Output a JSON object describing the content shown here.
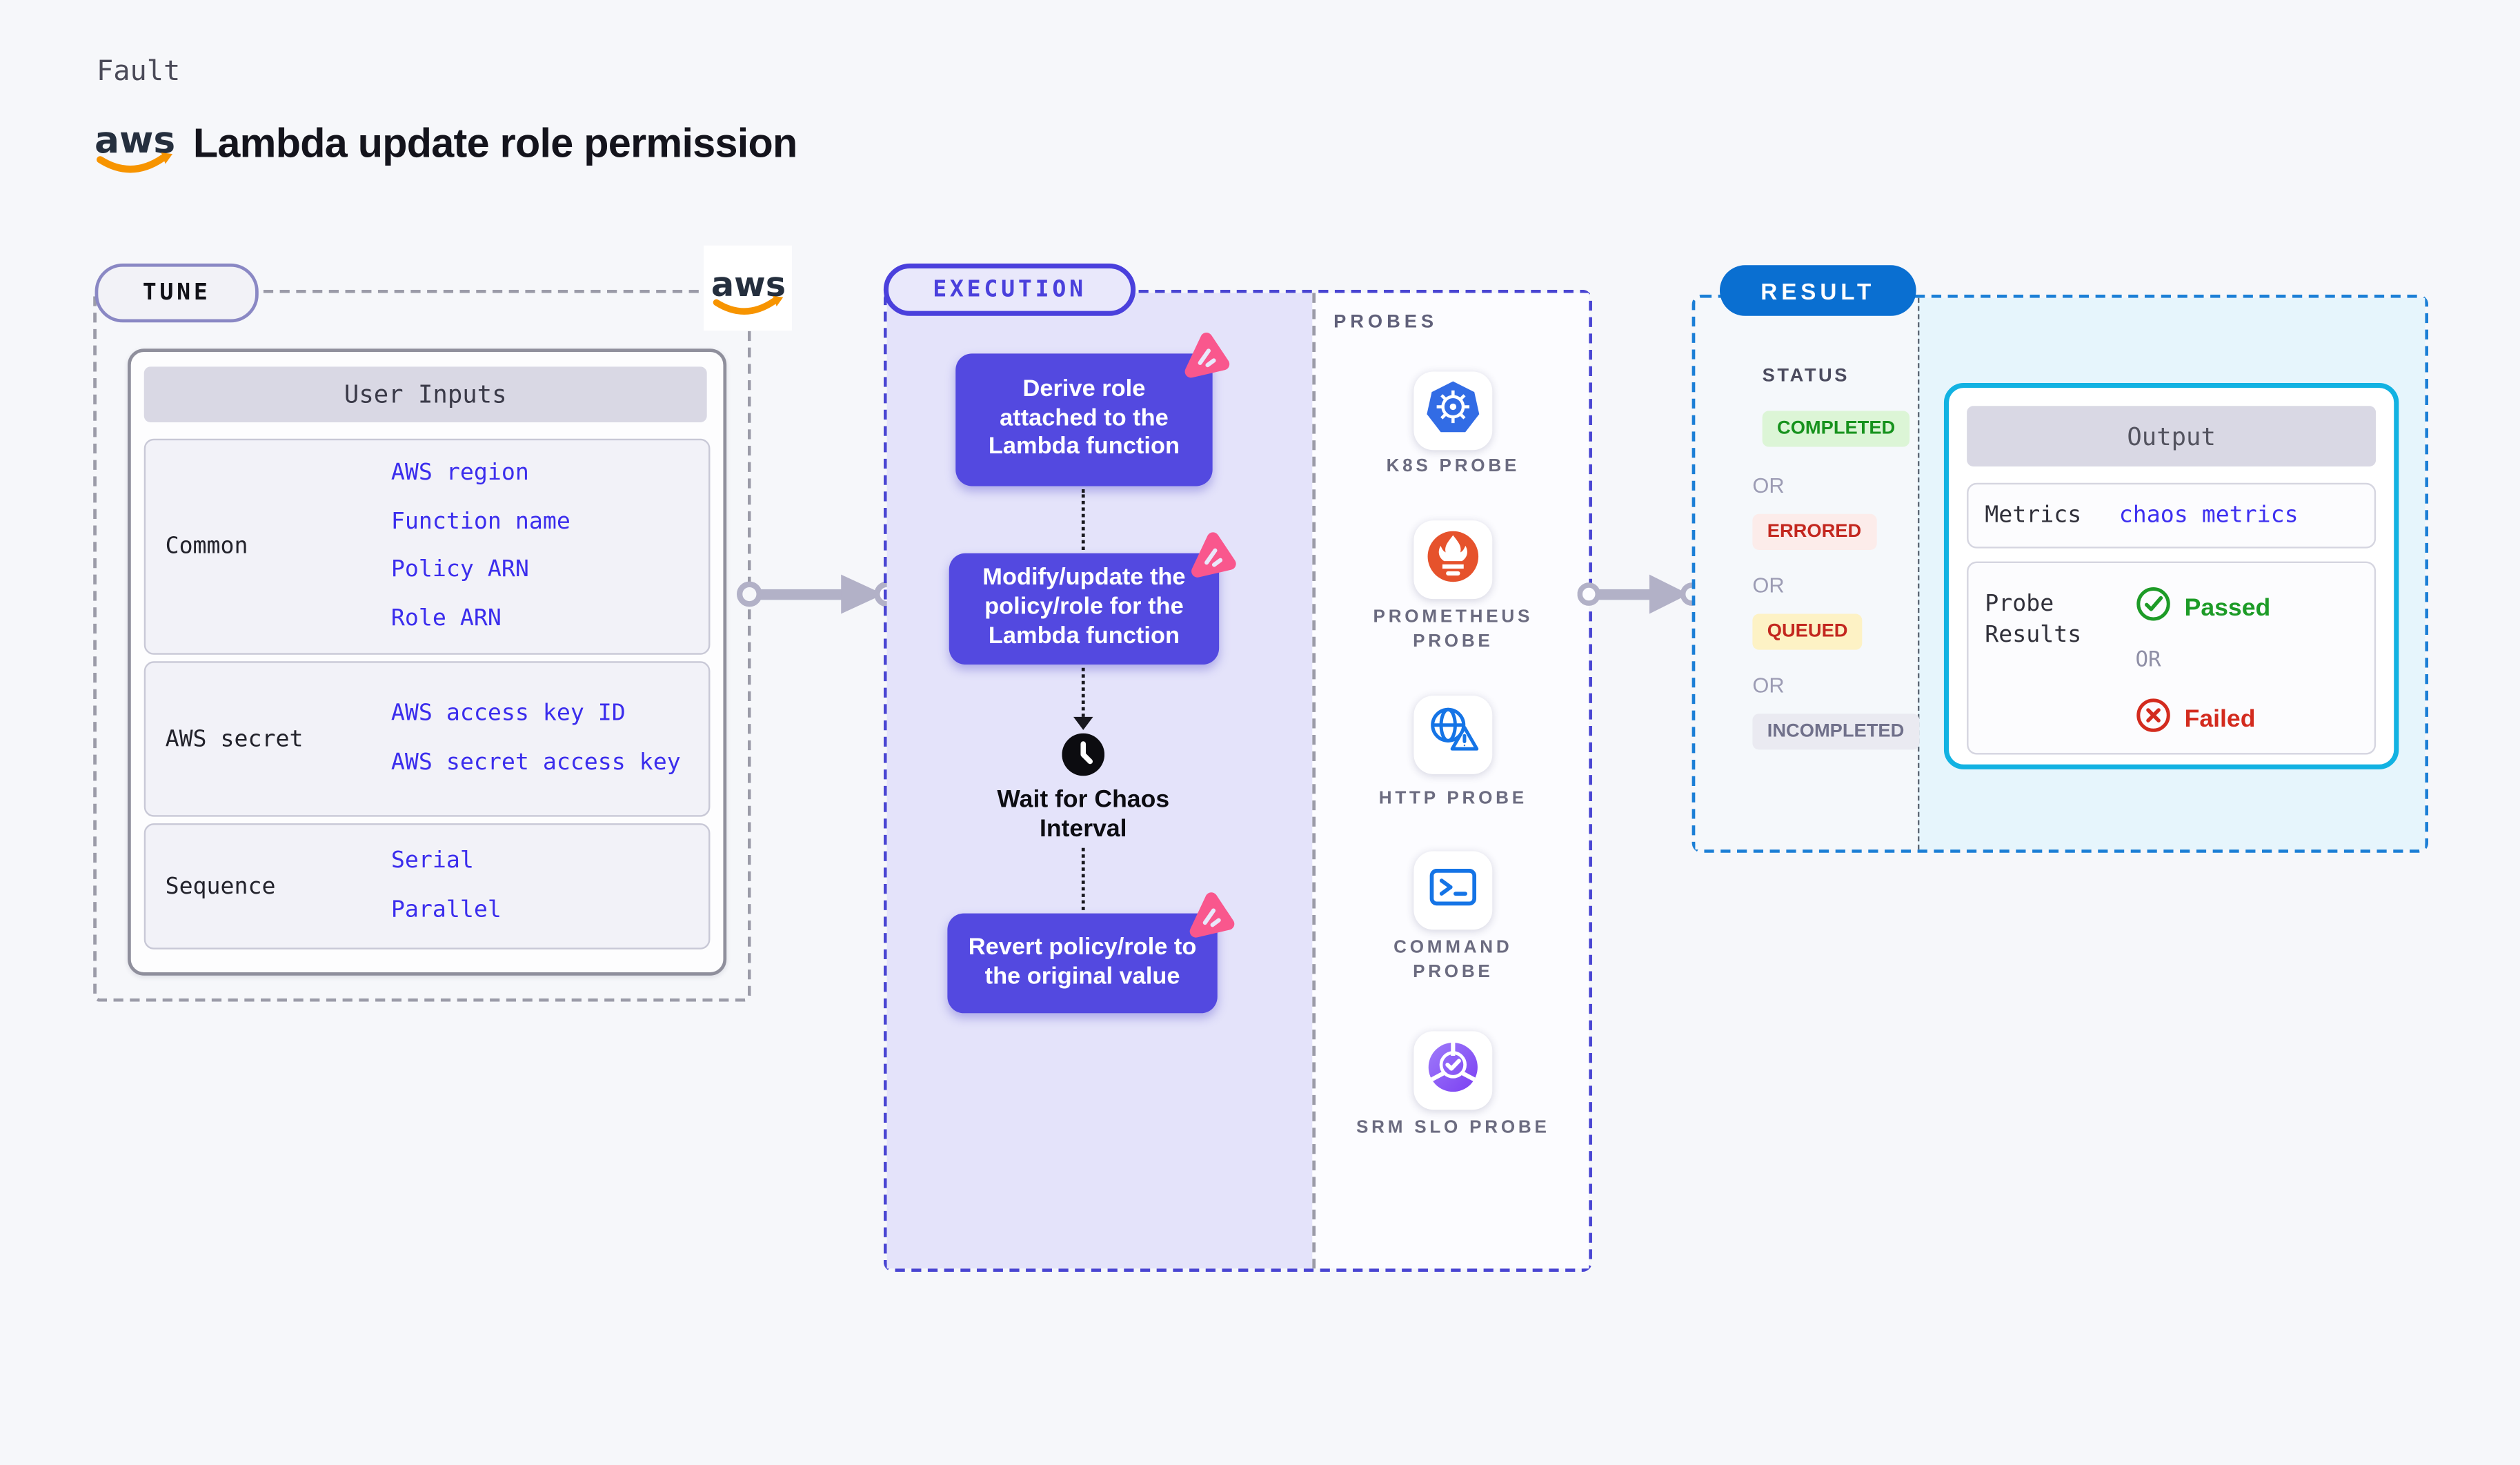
{
  "header": {
    "eyebrow": "Fault",
    "title": "Lambda update role permission",
    "logo": "aws"
  },
  "tune": {
    "badge": "TUNE",
    "table_title": "User Inputs",
    "rows": [
      {
        "label": "Common",
        "links": [
          "AWS region",
          "Function name",
          "Policy ARN",
          "Role ARN"
        ]
      },
      {
        "label": "AWS secret",
        "links": [
          "AWS access key ID",
          "AWS secret access key"
        ]
      },
      {
        "label": "Sequence",
        "links": [
          "Serial",
          "Parallel"
        ]
      }
    ]
  },
  "execution": {
    "badge": "EXECUTION",
    "steps": [
      "Derive role attached to the Lambda function",
      "Modify/update the policy/role for the Lambda function",
      "Revert policy/role to the original value"
    ],
    "wait_label": "Wait for Chaos Interval"
  },
  "probes": {
    "heading": "PROBES",
    "items": [
      {
        "label": "K8S PROBE",
        "icon": "kubernetes-icon"
      },
      {
        "label": "PROMETHEUS PROBE",
        "icon": "prometheus-icon"
      },
      {
        "label": "HTTP PROBE",
        "icon": "http-globe-warning-icon"
      },
      {
        "label": "COMMAND PROBE",
        "icon": "command-terminal-icon"
      },
      {
        "label": "SRM SLO PROBE",
        "icon": "srm-slo-icon"
      }
    ]
  },
  "result": {
    "badge": "RESULT",
    "status_heading": "STATUS",
    "or_label": "OR",
    "statuses": [
      {
        "label": "COMPLETED",
        "bg": "#dcf5d6",
        "color": "#17921d"
      },
      {
        "label": "ERRORED",
        "bg": "#fcecea",
        "color": "#c3271f"
      },
      {
        "label": "QUEUED",
        "bg": "#fdf2c5",
        "color": "#c3271f"
      },
      {
        "label": "INCOMPLETED",
        "bg": "#eaeaf1",
        "color": "#70708a"
      }
    ],
    "output": {
      "title": "Output",
      "metrics_label": "Metrics",
      "metrics_link": "chaos metrics",
      "probe_results_label": "Probe Results",
      "passed_label": "Passed",
      "or_label": "OR",
      "failed_label": "Failed"
    }
  },
  "colors": {
    "page_bg": "#f6f7fa",
    "step_box": "#5349e0",
    "execution_fill": "#e4e3fa",
    "execution_border": "#4945d2",
    "tune_border": "#9b9ba8",
    "result_border": "#1b7fd6",
    "result_pill": "#0a6fd1",
    "output_border": "#12b2e2",
    "output_fill": "#e6f5fc",
    "link_blue": "#3b2ded",
    "sparkle_pink": "#f9578d",
    "aws_orange": "#f79400",
    "passed_green": "#1d9b27",
    "failed_red": "#d32b1e"
  }
}
